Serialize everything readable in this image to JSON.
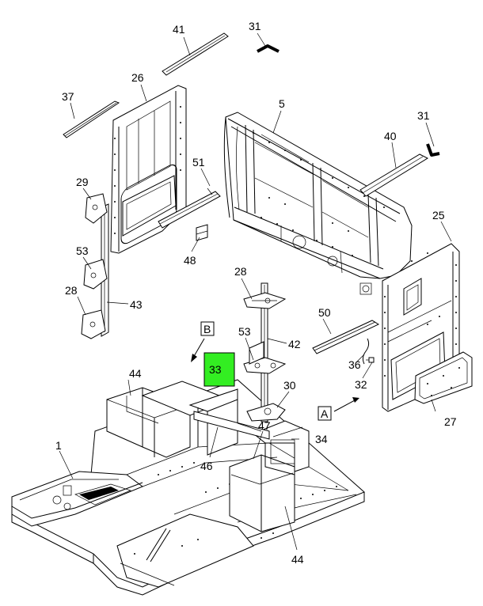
{
  "callouts": {
    "c1": "1",
    "c5": "5",
    "c25": "25",
    "c26": "26",
    "c27": "27",
    "c28a": "28",
    "c28b": "28",
    "c29": "29",
    "c30": "30",
    "c31a": "31",
    "c31b": "31",
    "c32": "32",
    "c33": "33",
    "c34": "34",
    "c36": "36",
    "c37": "37",
    "c40": "40",
    "c41": "41",
    "c42": "42",
    "c43": "43",
    "c44a": "44",
    "c44b": "44",
    "c46": "46",
    "c47": "47",
    "c48": "48",
    "c50": "50",
    "c51": "51",
    "c53a": "53",
    "c53b": "53"
  },
  "views": {
    "a": "A",
    "b": "B"
  },
  "highlight": {
    "part": "33",
    "color": "#33ee22"
  }
}
